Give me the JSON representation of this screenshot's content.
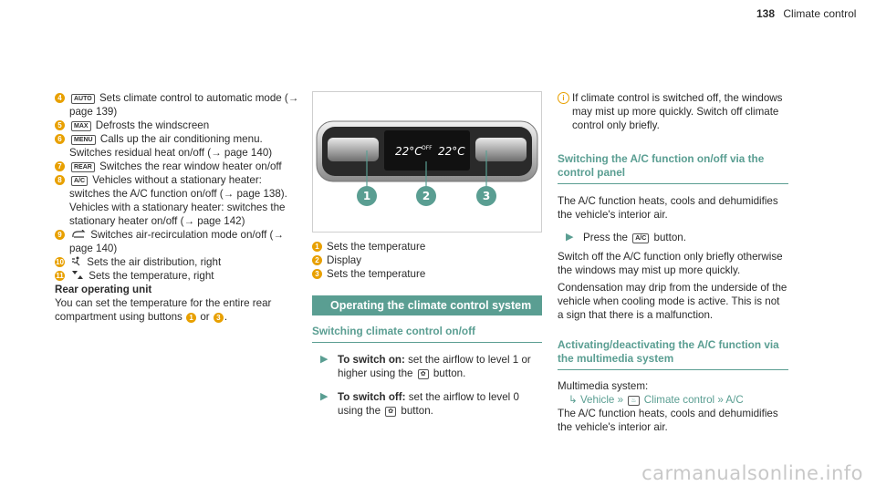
{
  "header": {
    "page_number": "138",
    "section": "Climate control"
  },
  "left": {
    "items": [
      {
        "num": "4",
        "icon": "AUTO",
        "text": "Sets climate control to automatic mode (→ page 139)"
      },
      {
        "num": "5",
        "icon": "MAX",
        "text": "Defrosts the windscreen"
      },
      {
        "num": "6",
        "icon": "MENU",
        "text": "Calls up the air conditioning menu. Switches residual heat on/off (→ page 140)"
      },
      {
        "num": "7",
        "icon": "REAR",
        "text": "Switches the rear window heater on/off"
      },
      {
        "num": "8",
        "icon": "A/C",
        "text": "Vehicles without a stationary heater: switches the A/C function on/off (→ page 138). Vehicles with a stationary heater: switches the stationary heater on/off (→ page 142)"
      },
      {
        "num": "9",
        "icon": "recirc",
        "text": "Switches air-recirculation mode on/off (→ page 140)"
      },
      {
        "num": "10",
        "icon": "air-dist",
        "text": "Sets the air distribution, right"
      },
      {
        "num": "11",
        "icon": "temp",
        "text": "Sets the temperature, right"
      }
    ],
    "rear_title": "Rear operating unit",
    "rear_text_before": "You can set the temperature for the entire rear compartment using buttons",
    "rear_text_or": "or",
    "rear_text_end": ".",
    "rear_b1": "1",
    "rear_b2": "3"
  },
  "figure": {
    "display_left": "22°C",
    "display_mid": "OFF",
    "display_right": "22°C",
    "callouts": [
      "1",
      "2",
      "3"
    ]
  },
  "legend": [
    {
      "num": "1",
      "text": "Sets the temperature"
    },
    {
      "num": "2",
      "text": "Display"
    },
    {
      "num": "3",
      "text": "Sets the temperature"
    }
  ],
  "operating": {
    "bar_title": "Operating the climate control system",
    "sub_title": "Switching climate control on/off",
    "on_label": "To switch on:",
    "on_text_1": "set the airflow to level 1 or higher using the",
    "on_text_2": "button.",
    "off_label": "To switch off:",
    "off_text_1": "set the airflow to level 0 using the",
    "off_text_2": "button."
  },
  "right": {
    "note": "If climate control is switched off, the windows may mist up more quickly. Switch off climate control only briefly.",
    "panel_heading": "Switching the A/C function on/off via the control panel",
    "panel_text": "The A/C function heats, cools and dehumidifies the vehicle's interior air.",
    "press_1": "Press the",
    "press_2": "button.",
    "switch_off_text": "Switch off the A/C function only briefly otherwise the windows may mist up more quickly.",
    "condensation_text": "Condensation may drip from the underside of the vehicle when cooling mode is active. This is not a sign that there is a malfunction.",
    "mm_heading": "Activating/deactivating the A/C function via the multimedia system",
    "mm_label": "Multimedia system:",
    "path_vehicle": "Vehicle",
    "path_climate": "Climate control",
    "path_ac": "A/C",
    "mm_text": "The A/C function heats, cools and dehumidifies the vehicle's interior air."
  },
  "watermark": "carmanualsonline.info",
  "colors": {
    "accent": "#5a9e92",
    "badge": "#e8a000"
  }
}
